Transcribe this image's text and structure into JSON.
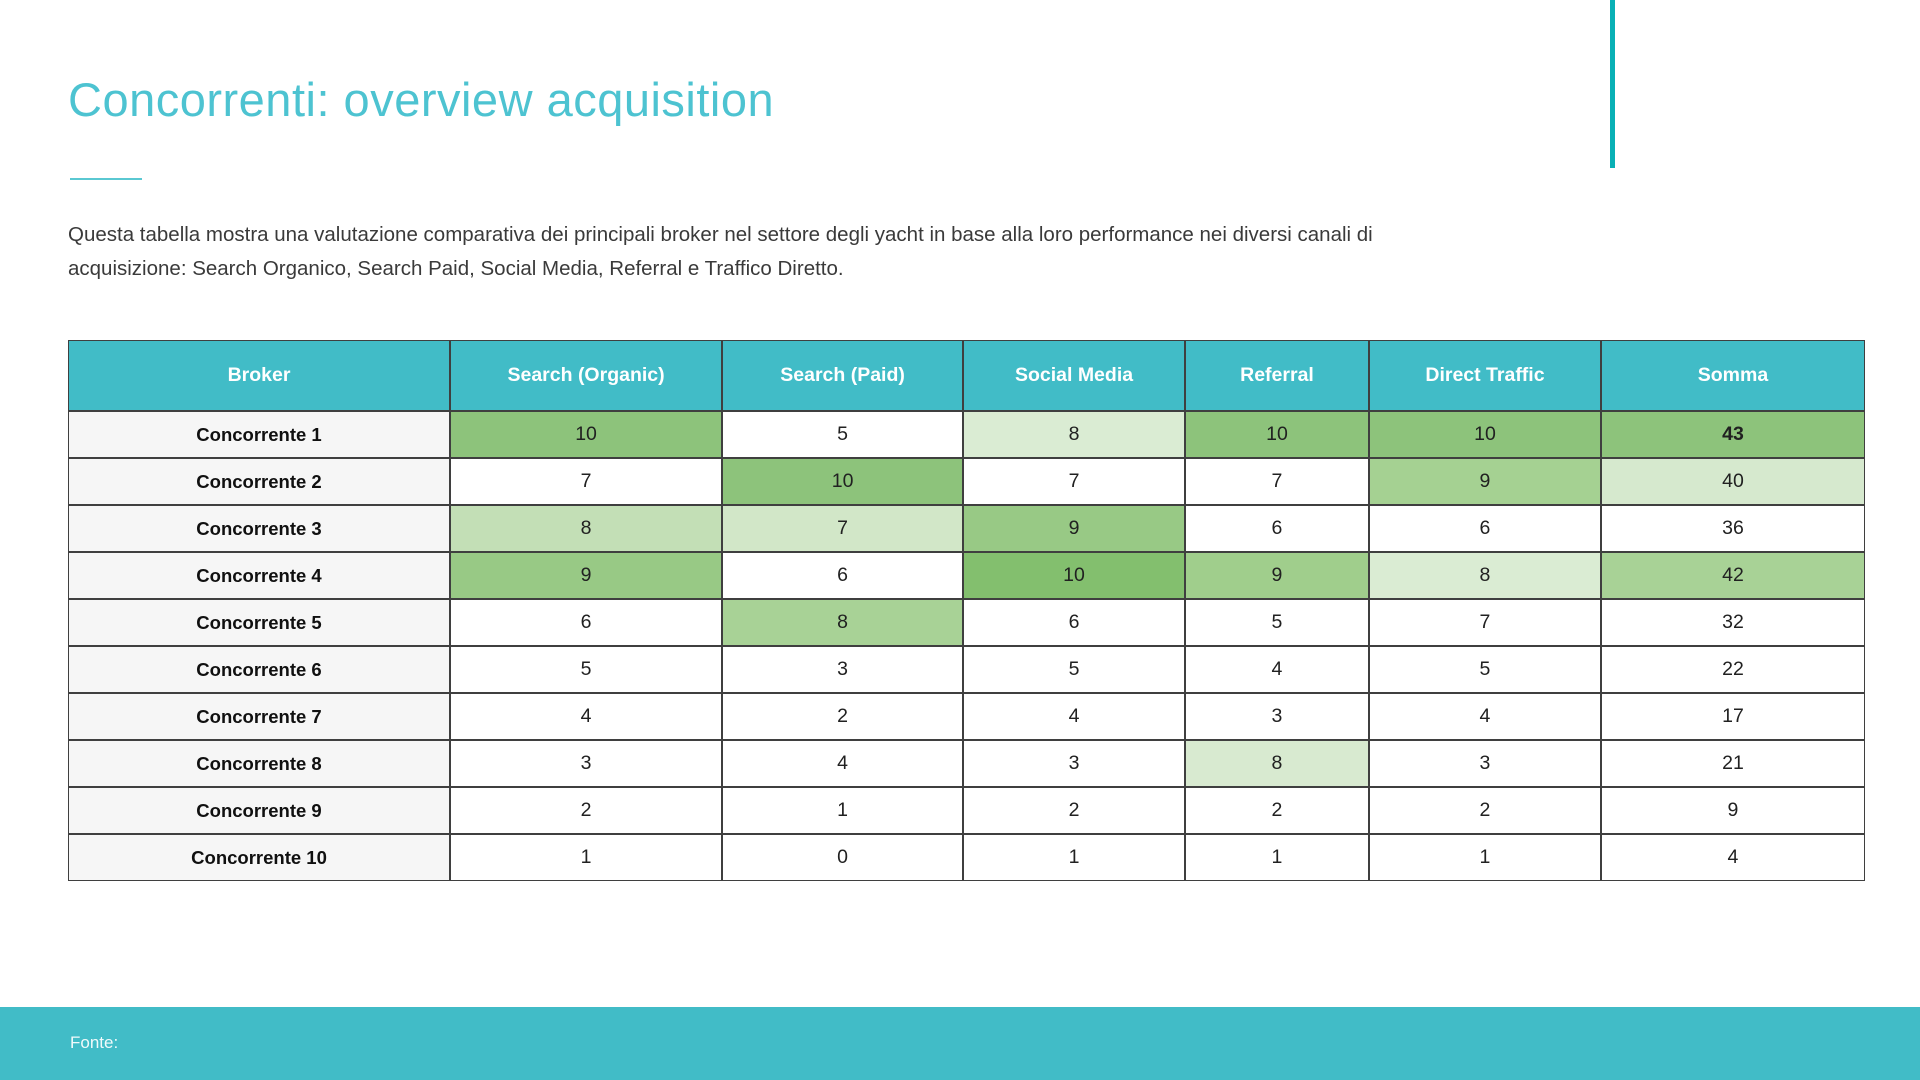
{
  "slide": {
    "title": "Concorrenti: overview acquisition",
    "description_line1": "Questa tabella mostra una valutazione comparativa dei principali broker nel settore degli yacht in base alla loro performance nei diversi canali di",
    "description_line2": "acquisizione: Search Organico, Search Paid, Social Media, Referral e Traffico Diretto.",
    "footer_label": "Fonte:"
  },
  "colors": {
    "title_color": "#4dc3d1",
    "title_underline": "#5ac8d2",
    "accent_bar": "#09b0b5",
    "header_bg": "#41bcc7",
    "footer_bg": "#41bcc7",
    "green_strong": "#83bf6e",
    "green_medium": "#8dc37b",
    "green_medium2": "#98c985",
    "green_medlight": "#a8d296",
    "green_light": "#c3dfb6",
    "green_lighter": "#d2e7c8",
    "green_faint": "#daecd3"
  },
  "chart_data": {
    "type": "table",
    "title": "Concorrenti: overview acquisition",
    "columns": [
      "Broker",
      "Search (Organic)",
      "Search (Paid)",
      "Social Media",
      "Referral",
      "Direct Traffic",
      "Somma"
    ],
    "col_widths_pct": [
      21.26,
      15.14,
      13.41,
      12.35,
      10.24,
      12.91,
      14.69
    ],
    "rows": [
      {
        "broker": "Concorrente 1",
        "values": [
          10,
          5,
          8,
          10,
          10,
          43
        ],
        "cell_colors": [
          "#8dc37b",
          null,
          "#daecd3",
          "#8dc37b",
          "#8dc37b",
          "#8dc37b"
        ],
        "bold_flags": [
          false,
          false,
          false,
          false,
          false,
          true
        ]
      },
      {
        "broker": "Concorrente 2",
        "values": [
          7,
          10,
          7,
          7,
          9,
          40
        ],
        "cell_colors": [
          null,
          "#8dc37b",
          null,
          null,
          "#a5d192",
          "#d6e9ce"
        ],
        "bold_flags": [
          false,
          false,
          false,
          false,
          false,
          false
        ]
      },
      {
        "broker": "Concorrente 3",
        "values": [
          8,
          7,
          9,
          6,
          6,
          36
        ],
        "cell_colors": [
          "#c3dfb6",
          "#d2e7c8",
          "#98c985",
          null,
          null,
          null
        ],
        "bold_flags": [
          false,
          false,
          false,
          false,
          false,
          false
        ]
      },
      {
        "broker": "Concorrente 4",
        "values": [
          9,
          6,
          10,
          9,
          8,
          42
        ],
        "cell_colors": [
          "#98c985",
          null,
          "#83bf6e",
          "#a0ce8c",
          "#daecd3",
          "#a8d296"
        ],
        "bold_flags": [
          false,
          false,
          false,
          false,
          false,
          false
        ]
      },
      {
        "broker": "Concorrente 5",
        "values": [
          6,
          8,
          6,
          5,
          7,
          32
        ],
        "cell_colors": [
          null,
          "#a8d296",
          null,
          null,
          null,
          null
        ],
        "bold_flags": [
          false,
          false,
          false,
          false,
          false,
          false
        ]
      },
      {
        "broker": "Concorrente 6",
        "values": [
          5,
          3,
          5,
          4,
          5,
          22
        ],
        "cell_colors": [
          null,
          null,
          null,
          null,
          null,
          null
        ],
        "bold_flags": [
          false,
          false,
          false,
          false,
          false,
          false
        ]
      },
      {
        "broker": "Concorrente 7",
        "values": [
          4,
          2,
          4,
          3,
          4,
          17
        ],
        "cell_colors": [
          null,
          null,
          null,
          null,
          null,
          null
        ],
        "bold_flags": [
          false,
          false,
          false,
          false,
          false,
          false
        ]
      },
      {
        "broker": "Concorrente 8",
        "values": [
          3,
          4,
          3,
          8,
          3,
          21
        ],
        "cell_colors": [
          null,
          null,
          null,
          "#d8ead0",
          null,
          null
        ],
        "bold_flags": [
          false,
          false,
          false,
          false,
          false,
          false
        ]
      },
      {
        "broker": "Concorrente 9",
        "values": [
          2,
          1,
          2,
          2,
          2,
          9
        ],
        "cell_colors": [
          null,
          null,
          null,
          null,
          null,
          null
        ],
        "bold_flags": [
          false,
          false,
          false,
          false,
          false,
          false
        ]
      },
      {
        "broker": "Concorrente 10",
        "values": [
          1,
          0,
          1,
          1,
          1,
          4
        ],
        "cell_colors": [
          null,
          null,
          null,
          null,
          null,
          null
        ],
        "bold_flags": [
          false,
          false,
          false,
          false,
          false,
          false
        ]
      }
    ]
  }
}
